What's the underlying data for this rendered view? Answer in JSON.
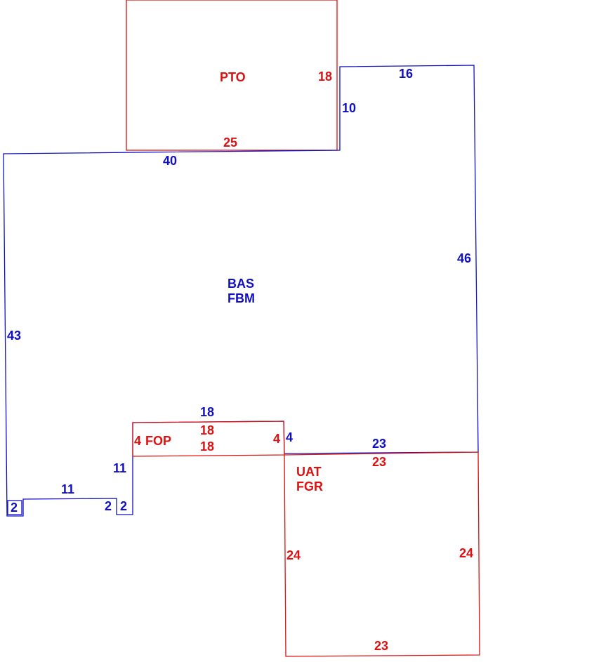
{
  "colors": {
    "blue": "#1010c0",
    "red": "#dd1111"
  },
  "areas": {
    "pto": "PTO",
    "bas": "BAS",
    "fbm": "FBM",
    "fop": "FOP",
    "uat": "UAT",
    "fgr": "FGR"
  },
  "dimensions": {
    "pto_right": "18",
    "pto_bottom": "25",
    "bas_top_right": "16",
    "bas_step": "10",
    "bas_top_left": "40",
    "bas_right": "46",
    "bas_left": "43",
    "bas_porch_top": "18",
    "fop_top": "18",
    "fop_bottom": "18",
    "fop_left": "4",
    "fop_right": "4",
    "bas_porch_right": "4",
    "bas_garage_top": "23",
    "uat_top": "23",
    "bas_notch_side": "11",
    "bas_bottom": "11",
    "bas_notch_small": "2",
    "bas_notch_small_b": "2",
    "bas_corner": "2",
    "uat_left": "24",
    "uat_right": "24",
    "uat_bottom": "23"
  }
}
